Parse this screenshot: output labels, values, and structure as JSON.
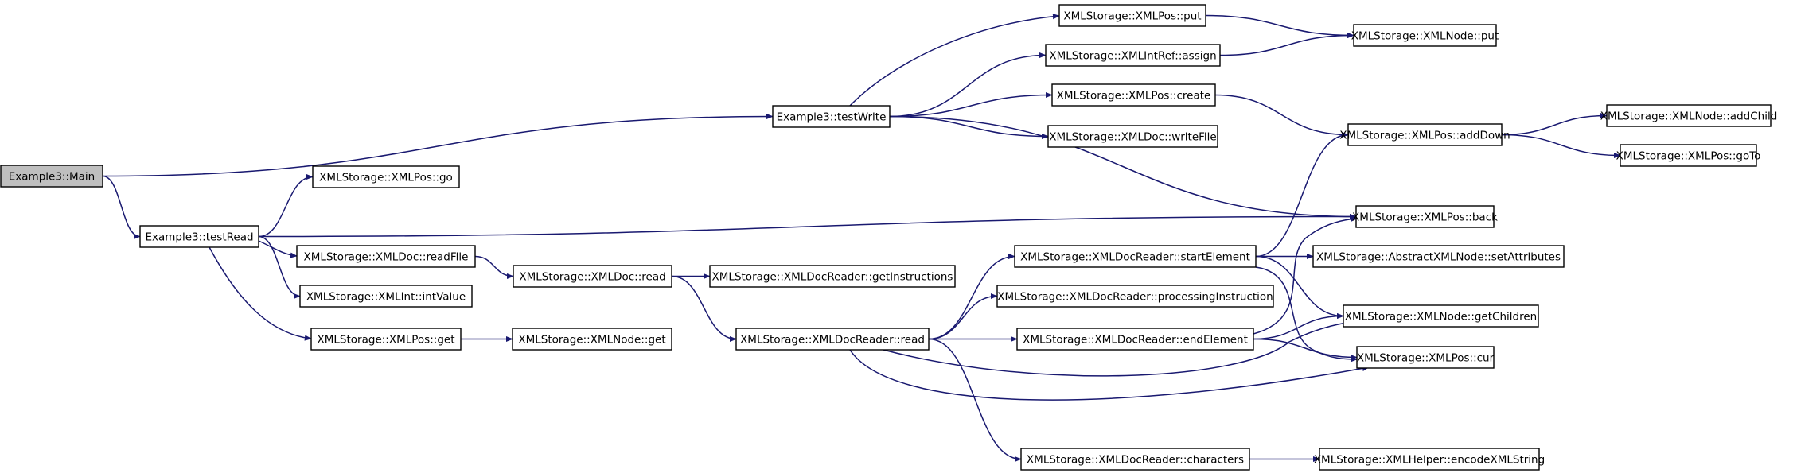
{
  "graph": {
    "edge_color": "#191970",
    "root_fill": "#bfbfbf",
    "nodes": [
      {
        "id": "main",
        "label": "Example3::Main",
        "root": true
      },
      {
        "id": "testWrite",
        "label": "Example3::testWrite"
      },
      {
        "id": "testRead",
        "label": "Example3::testRead"
      },
      {
        "id": "posPut",
        "label": "XMLStorage::XMLPos::put"
      },
      {
        "id": "intRefAssign",
        "label": "XMLStorage::XMLIntRef::assign"
      },
      {
        "id": "posCreate",
        "label": "XMLStorage::XMLPos::create"
      },
      {
        "id": "docWriteFile",
        "label": "XMLStorage::XMLDoc::writeFile"
      },
      {
        "id": "nodePut",
        "label": "XMLStorage::XMLNode::put"
      },
      {
        "id": "posAddDown",
        "label": "XMLStorage::XMLPos::addDown"
      },
      {
        "id": "nodeAddChild",
        "label": "XMLStorage::XMLNode::addChild"
      },
      {
        "id": "posGoTo",
        "label": "XMLStorage::XMLPos::goTo"
      },
      {
        "id": "posBack",
        "label": "XMLStorage::XMLPos::back"
      },
      {
        "id": "posGo",
        "label": "XMLStorage::XMLPos::go"
      },
      {
        "id": "docReadFile",
        "label": "XMLStorage::XMLDoc::readFile"
      },
      {
        "id": "intIntValue",
        "label": "XMLStorage::XMLInt::intValue"
      },
      {
        "id": "posGet",
        "label": "XMLStorage::XMLPos::get"
      },
      {
        "id": "docRead",
        "label": "XMLStorage::XMLDoc::read"
      },
      {
        "id": "nodeGet",
        "label": "XMLStorage::XMLNode::get"
      },
      {
        "id": "getInstructions",
        "label": "XMLStorage::XMLDocReader::getInstructions"
      },
      {
        "id": "readerRead",
        "label": "XMLStorage::XMLDocReader::read"
      },
      {
        "id": "startElement",
        "label": "XMLStorage::XMLDocReader::startElement"
      },
      {
        "id": "processingInstruction",
        "label": "XMLStorage::XMLDocReader::processingInstruction"
      },
      {
        "id": "endElement",
        "label": "XMLStorage::XMLDocReader::endElement"
      },
      {
        "id": "characters",
        "label": "XMLStorage::XMLDocReader::characters"
      },
      {
        "id": "setAttributes",
        "label": "XMLStorage::AbstractXMLNode::setAttributes"
      },
      {
        "id": "getChildren",
        "label": "XMLStorage::XMLNode::getChildren"
      },
      {
        "id": "posCur",
        "label": "XMLStorage::XMLPos::cur"
      },
      {
        "id": "encodeXMLString",
        "label": "XMLStorage::XMLHelper::encodeXMLString"
      }
    ],
    "edges": [
      {
        "from": "main",
        "to": "testWrite"
      },
      {
        "from": "main",
        "to": "testRead"
      },
      {
        "from": "testWrite",
        "to": "posPut"
      },
      {
        "from": "testWrite",
        "to": "intRefAssign"
      },
      {
        "from": "testWrite",
        "to": "posCreate"
      },
      {
        "from": "testWrite",
        "to": "docWriteFile"
      },
      {
        "from": "testWrite",
        "to": "posBack"
      },
      {
        "from": "posPut",
        "to": "nodePut"
      },
      {
        "from": "intRefAssign",
        "to": "nodePut"
      },
      {
        "from": "posCreate",
        "to": "posAddDown"
      },
      {
        "from": "posAddDown",
        "to": "nodeAddChild"
      },
      {
        "from": "posAddDown",
        "to": "posGoTo"
      },
      {
        "from": "testRead",
        "to": "posGo"
      },
      {
        "from": "testRead",
        "to": "posBack"
      },
      {
        "from": "testRead",
        "to": "docReadFile"
      },
      {
        "from": "testRead",
        "to": "intIntValue"
      },
      {
        "from": "testRead",
        "to": "posGet"
      },
      {
        "from": "docReadFile",
        "to": "docRead"
      },
      {
        "from": "docRead",
        "to": "getInstructions"
      },
      {
        "from": "docRead",
        "to": "readerRead"
      },
      {
        "from": "posGet",
        "to": "nodeGet"
      },
      {
        "from": "readerRead",
        "to": "startElement"
      },
      {
        "from": "readerRead",
        "to": "processingInstruction"
      },
      {
        "from": "readerRead",
        "to": "endElement"
      },
      {
        "from": "readerRead",
        "to": "characters"
      },
      {
        "from": "readerRead",
        "to": "getChildren"
      },
      {
        "from": "readerRead",
        "to": "posCur"
      },
      {
        "from": "startElement",
        "to": "posAddDown"
      },
      {
        "from": "startElement",
        "to": "setAttributes"
      },
      {
        "from": "startElement",
        "to": "getChildren"
      },
      {
        "from": "startElement",
        "to": "posCur"
      },
      {
        "from": "endElement",
        "to": "posBack"
      },
      {
        "from": "endElement",
        "to": "getChildren"
      },
      {
        "from": "endElement",
        "to": "posCur"
      },
      {
        "from": "characters",
        "to": "encodeXMLString"
      }
    ]
  }
}
